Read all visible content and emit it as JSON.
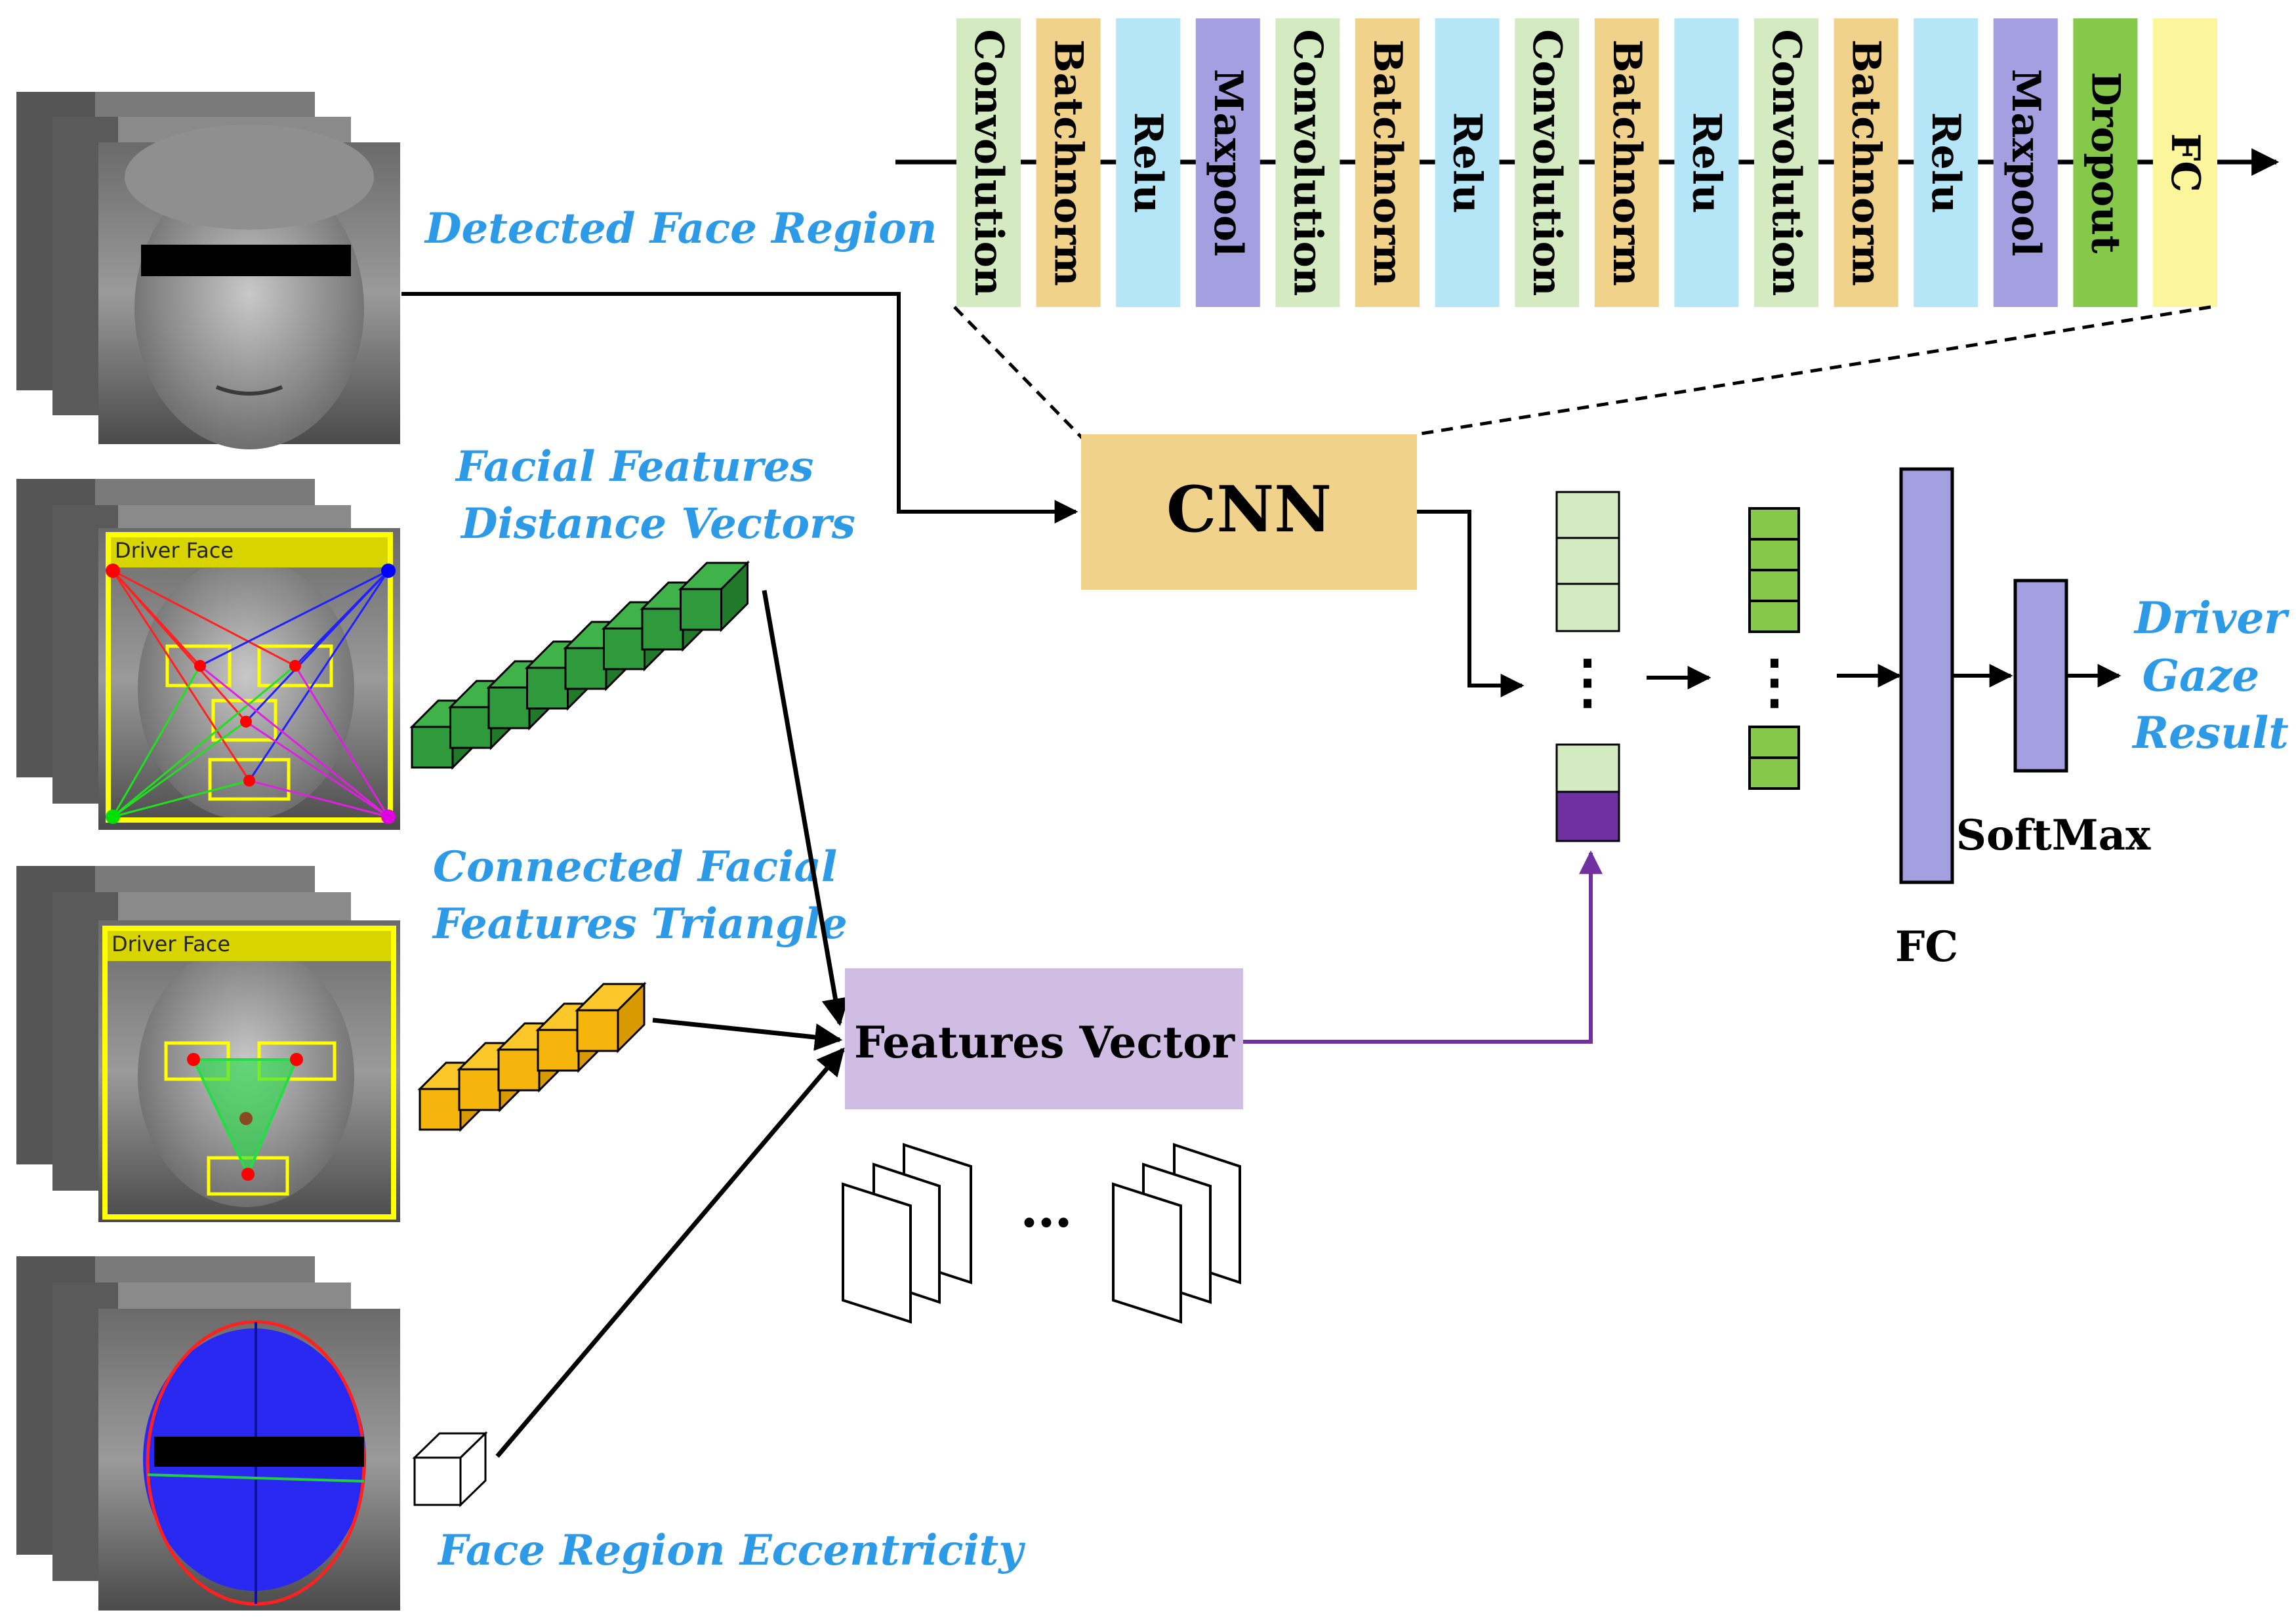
{
  "layers": [
    {
      "label": "Convolution",
      "color": "#d4ebc2"
    },
    {
      "label": "Batchnorm",
      "color": "#f1d28a"
    },
    {
      "label": "Relu",
      "color": "#b4e6f7"
    },
    {
      "label": "Maxpool",
      "color": "#a49fe0"
    },
    {
      "label": "Convolution",
      "color": "#d4ebc2"
    },
    {
      "label": "Batchnorm",
      "color": "#f1d28a"
    },
    {
      "label": "Relu",
      "color": "#b4e6f7"
    },
    {
      "label": "Convolution",
      "color": "#d4ebc2"
    },
    {
      "label": "Batchnorm",
      "color": "#f1d28a"
    },
    {
      "label": "Relu",
      "color": "#b4e6f7"
    },
    {
      "label": "Convolution",
      "color": "#d4ebc2"
    },
    {
      "label": "Batchnorm",
      "color": "#f1d28a"
    },
    {
      "label": "Relu",
      "color": "#b4e6f7"
    },
    {
      "label": "Maxpool",
      "color": "#a49fe0"
    },
    {
      "label": "Dropout",
      "color": "#86c84a"
    },
    {
      "label": "FC",
      "color": "#fbf69c"
    }
  ],
  "labels": {
    "detected_face_region": "Detected Face Region",
    "facial_features_line1": "Facial Features",
    "facial_features_line2": "Distance Vectors",
    "connected_triangle_line1": "Connected Facial",
    "connected_triangle_line2": "Features Triangle",
    "face_region_eccentricity": "Face Region Eccentricity",
    "cnn": "CNN",
    "features_vector": "Features Vector",
    "softmax": "SoftMax",
    "fc": "FC",
    "result_line1": "Driver",
    "result_line2": "Gaze",
    "result_line3": "Result",
    "driver_face_1": "Driver Face",
    "driver_face_2": "Driver Face",
    "ellipsis_vertical": "⋮",
    "ellipsis_horizontal": "…"
  },
  "colors": {
    "accent_blue": "#2c9ae6",
    "cnn_box": "#f1d28a",
    "features_box": "#cfbde3",
    "purple_arrow": "#7030a0",
    "green_cube": "#2f9a3b",
    "orange_cube": "#f5b50c"
  }
}
